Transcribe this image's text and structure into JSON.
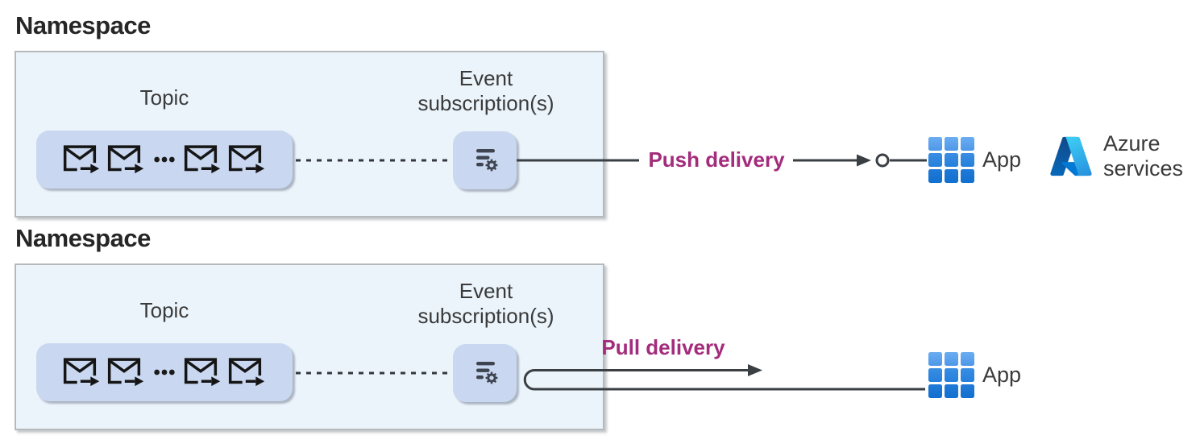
{
  "colors": {
    "accent_magenta": "#A32C7C",
    "connector_line": "#3A3F44",
    "namespace_fill": "#EBF4FB",
    "namespace_border": "#B6BABD",
    "node_fill": "#C9D7F0",
    "icon_dark": "#3E4450",
    "app_blue": "#1877D4",
    "azure_blue": "#2892DF"
  },
  "sections": [
    {
      "namespace_label": "Namespace",
      "topic_label": "Topic",
      "event_subscription_line1": "Event",
      "event_subscription_line2": "subscription(s)",
      "delivery_label": "Push delivery",
      "app_label": "App",
      "azure_services_line1": "Azure",
      "azure_services_line2": "services"
    },
    {
      "namespace_label": "Namespace",
      "topic_label": "Topic",
      "event_subscription_line1": "Event",
      "event_subscription_line2": "subscription(s)",
      "delivery_label": "Pull delivery",
      "app_label": "App"
    }
  ]
}
